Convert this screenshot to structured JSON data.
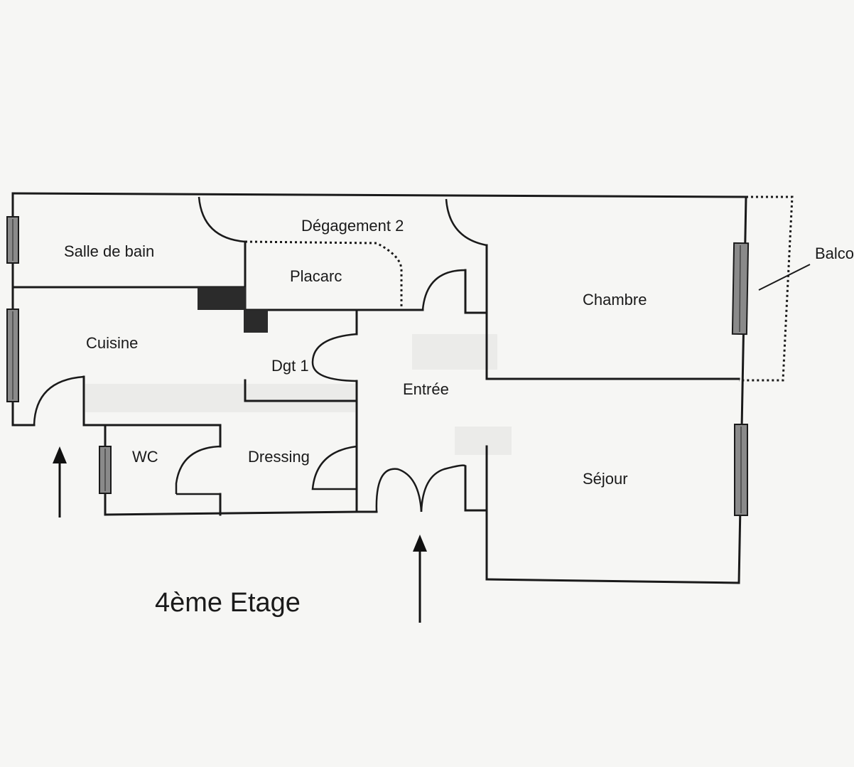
{
  "rooms": {
    "salle_de_bain": "Salle de bain",
    "degagement_2": "Dégagement 2",
    "placard": "Placarc",
    "chambre": "Chambre",
    "balcon": "Balco",
    "cuisine": "Cuisine",
    "dgt_1": "Dgt 1",
    "entree": "Entrée",
    "wc": "WC",
    "dressing": "Dressing",
    "sejour": "Séjour"
  },
  "floor_title": "4ème Etage",
  "colors": {
    "paper": "#f6f6f4",
    "ink": "#1a1a1a",
    "window_fill": "#8a8a8a",
    "duct_fill": "#2b2b2b"
  }
}
